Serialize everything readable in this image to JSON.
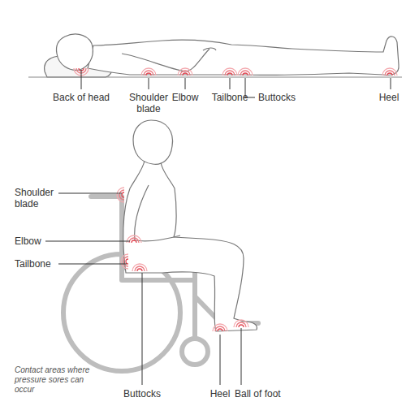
{
  "diagram": {
    "labels": [
      "Back of head",
      "Shoulder blade",
      "Elbow",
      "Tailbone",
      "Buttocks",
      "Heel",
      "Shoulder blade",
      "Elbow",
      "Tailbone",
      "Buttocks",
      "Heel",
      "Ball of foot",
      "Contact areas where pressure sores can occur"
    ]
  }
}
